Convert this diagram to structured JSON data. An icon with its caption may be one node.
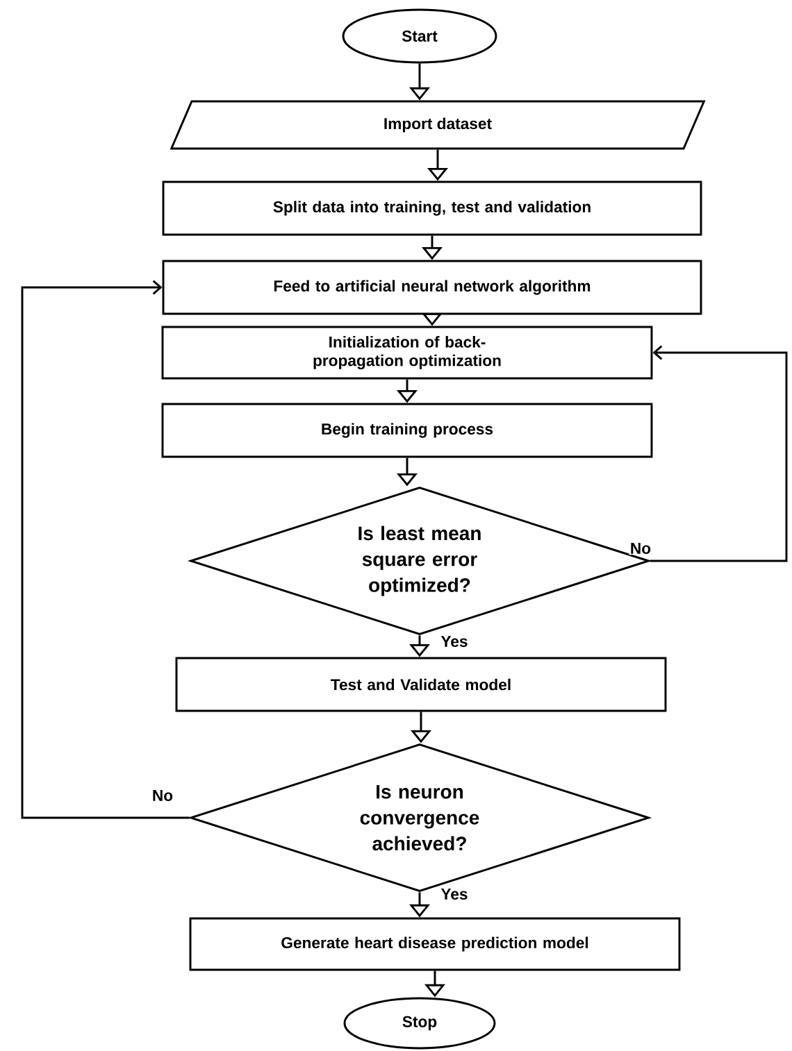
{
  "diagram": {
    "nodes": [
      {
        "text": [
          "Start"
        ]
      },
      {
        "text": [
          "Import dataset"
        ]
      },
      {
        "text": [
          "Split data into training, test and validation"
        ]
      },
      {
        "text": [
          "Feed to artificial neural network algorithm"
        ]
      },
      {
        "text": [
          "Initialization of back-propagation optimization"
        ]
      },
      {
        "text": [
          "Begin training process"
        ]
      },
      {
        "text": [
          "Is least mean square error optimized?"
        ]
      },
      {
        "text": [
          "Test and Validate model"
        ]
      },
      {
        "text": [
          "Is neuron convergence achieved?"
        ]
      },
      {
        "text": [
          "Generate heart disease prediction model"
        ]
      },
      {
        "text": [
          "Stop"
        ]
      }
    ],
    "edges": [
      {
        "from": 0,
        "to": 1,
        "arrow": "to"
      },
      {
        "from": 1,
        "to": 2,
        "arrow": "to"
      },
      {
        "from": 2,
        "to": 3,
        "arrow": "to"
      },
      {
        "from": 3,
        "to": 4,
        "arrow": "to"
      },
      {
        "from": 4,
        "to": 5,
        "arrow": "to"
      },
      {
        "from": 5,
        "to": 6,
        "arrow": "to"
      },
      {
        "from": 6,
        "to": 4,
        "arrow": "to",
        "label": "No"
      },
      {
        "from": 6,
        "to": 7,
        "arrow": "to",
        "label": "Yes"
      },
      {
        "from": 7,
        "to": 8,
        "arrow": "to"
      },
      {
        "from": 8,
        "to": 3,
        "arrow": "to",
        "label": "No"
      },
      {
        "from": 8,
        "to": 9,
        "arrow": "to",
        "label": "Yes"
      },
      {
        "from": 9,
        "to": 10,
        "arrow": "to"
      }
    ]
  }
}
